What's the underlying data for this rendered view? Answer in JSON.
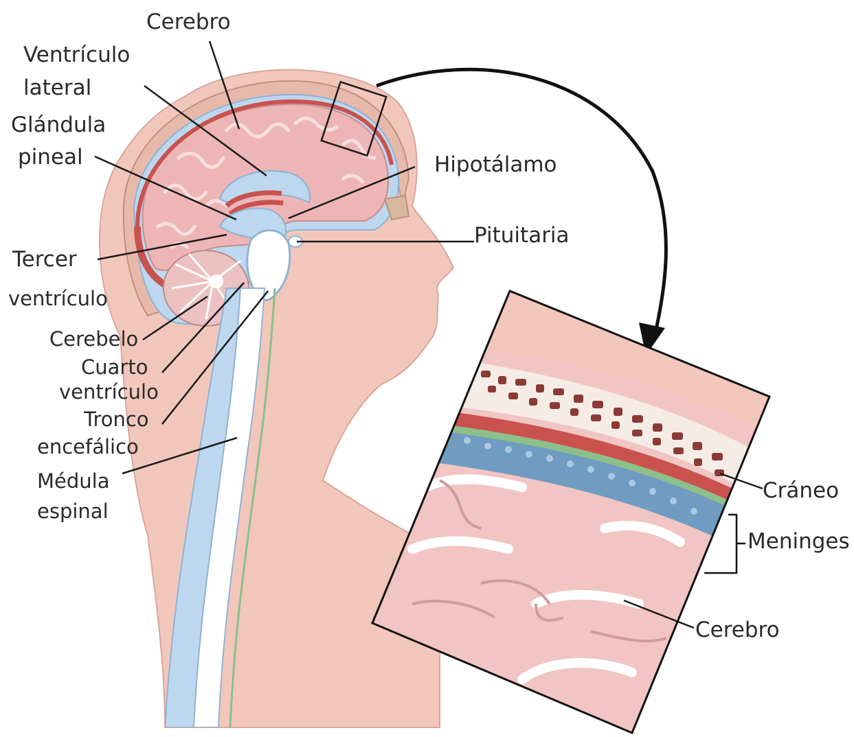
{
  "labels": {
    "cerebro_top": "Cerebro",
    "ventriculo_lateral_1": "Ventrículo",
    "ventriculo_lateral_2": "lateral",
    "glandula_pineal_1": "Glándula",
    "glandula_pineal_2": "pineal",
    "hipotalamo": "Hipotálamo",
    "pituitaria": "Pituitaria",
    "tercer_ventriculo_1": "Tercer",
    "tercer_ventriculo_2": "ventrículo",
    "cerebelo": "Cerebelo",
    "cuarto_ventriculo_1": "Cuarto",
    "cuarto_ventriculo_2": "ventrículo",
    "tronco_encefalico_1": "Tronco",
    "tronco_encefalico_2": "encefálico",
    "medula_espinal_1": "Médula",
    "medula_espinal_2": "espinal",
    "craneo": "Cráneo",
    "meninges": "Meninges",
    "cerebro_inset": "Cerebro"
  },
  "colors": {
    "skin": "#f2c7bb",
    "brain": "#ecb7b7",
    "csf": "#b9d6ee",
    "blood_vessel": "#c9524f",
    "meninge_green": "#8cc08a",
    "bone": "#8a3b36",
    "line": "#1a1a1a"
  }
}
